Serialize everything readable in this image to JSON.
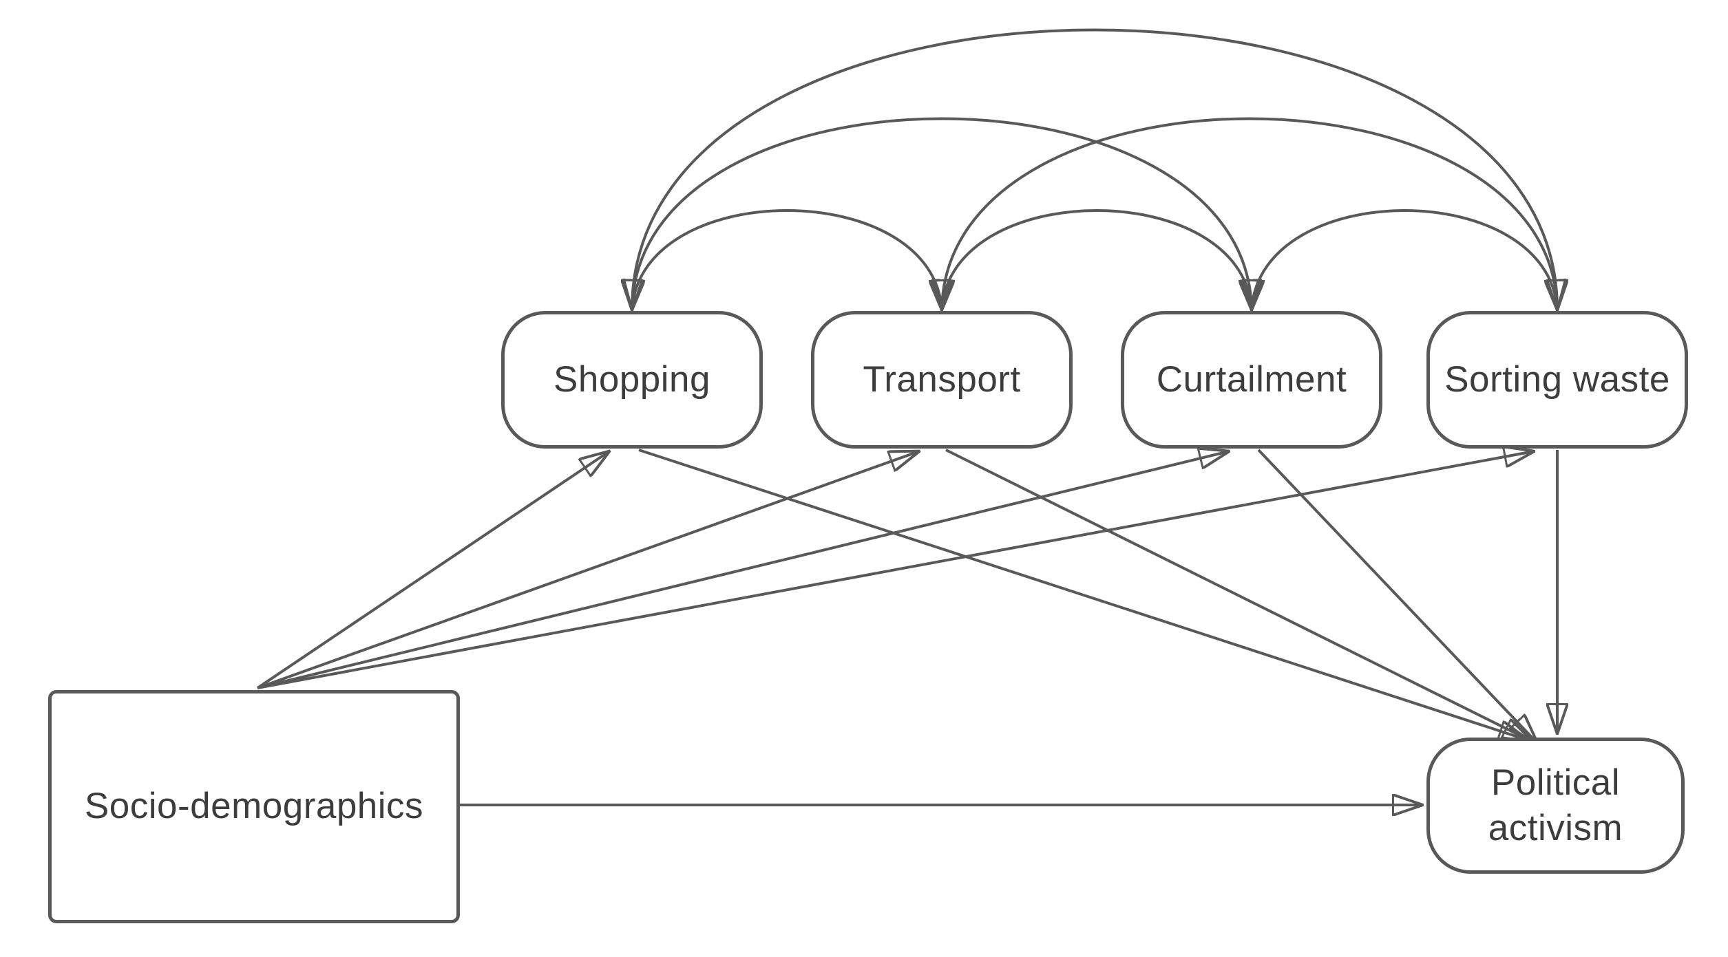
{
  "figure": {
    "type": "path-model-diagram",
    "colors": {
      "background": "#ffffff",
      "line": "#595959",
      "node_border": "#595959",
      "node_fill": "#ffffff",
      "text": "#3d3d3d"
    },
    "nodes": {
      "shopping": {
        "label": "Shopping"
      },
      "transport": {
        "label": "Transport"
      },
      "curtailment": {
        "label": "Curtailment"
      },
      "sorting_waste": {
        "label": "Sorting waste"
      },
      "socio_demographics": {
        "label": "Socio-demographics"
      },
      "political_activism": {
        "label": "Political activism"
      }
    },
    "edges": [
      {
        "from": "shopping",
        "to": "transport",
        "type": "correlation-arc",
        "arrowheads": "both"
      },
      {
        "from": "transport",
        "to": "curtailment",
        "type": "correlation-arc",
        "arrowheads": "both"
      },
      {
        "from": "curtailment",
        "to": "sorting_waste",
        "type": "correlation-arc",
        "arrowheads": "both"
      },
      {
        "from": "shopping",
        "to": "curtailment",
        "type": "correlation-arc",
        "arrowheads": "both"
      },
      {
        "from": "transport",
        "to": "sorting_waste",
        "type": "correlation-arc",
        "arrowheads": "both"
      },
      {
        "from": "shopping",
        "to": "sorting_waste",
        "type": "correlation-arc",
        "arrowheads": "both"
      },
      {
        "from": "socio_demographics",
        "to": "shopping",
        "type": "directed"
      },
      {
        "from": "socio_demographics",
        "to": "transport",
        "type": "directed"
      },
      {
        "from": "socio_demographics",
        "to": "curtailment",
        "type": "directed"
      },
      {
        "from": "socio_demographics",
        "to": "sorting_waste",
        "type": "directed"
      },
      {
        "from": "socio_demographics",
        "to": "political_activism",
        "type": "directed"
      },
      {
        "from": "shopping",
        "to": "political_activism",
        "type": "directed"
      },
      {
        "from": "transport",
        "to": "political_activism",
        "type": "directed"
      },
      {
        "from": "curtailment",
        "to": "political_activism",
        "type": "directed"
      },
      {
        "from": "sorting_waste",
        "to": "political_activism",
        "type": "directed"
      }
    ]
  }
}
